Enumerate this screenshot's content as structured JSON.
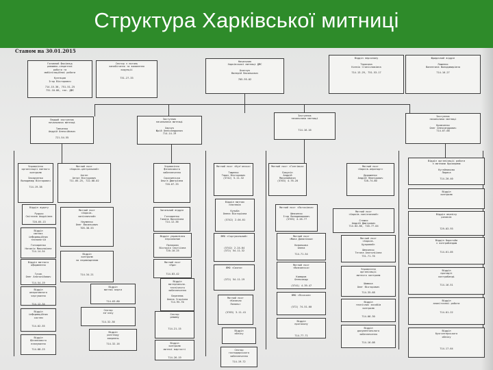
{
  "slide": {
    "title": "Структура Харківської митниці",
    "accent_color": "#2e8b2a"
  },
  "document": {
    "date_stamp": "Станом на 30.01.2015",
    "boxes": [
      {
        "id": "b01",
        "lines": [
          "Начальник",
          "Харківської митниці ДФС",
          "",
          "Осипчук",
          "Валерій Васильович",
          "",
          "705-95-02"
        ]
      },
      {
        "id": "b02",
        "lines": [
          "Відділ персоналу",
          "",
          "Тарасова",
          "Ксенія Станіславівна",
          "",
          "714-13-29, 751-53-17"
        ]
      },
      {
        "id": "b03",
        "lines": [
          "Юридичний відділ",
          "",
          "Ляшенко",
          "Валентина Володимирівна",
          "",
          "714-16-27"
        ]
      },
      {
        "id": "b04",
        "lines": [
          "Головний фахівець",
          "режимно-секретної",
          "роботи та",
          "мобілізаційної роботи",
          "",
          "Кузнєцов",
          "Ігор Вікторович",
          "",
          "714-15-36, 751-51-25",
          "731-10-80, тел. ДФС"
        ]
      },
      {
        "id": "b05",
        "lines": [
          "Сектор з питань",
          "запобігання та виявлення",
          "корупції",
          "",
          "",
          "731-27-33"
        ]
      },
      {
        "id": "b06",
        "lines": [
          "Перший заступник",
          "начальника митниці",
          "",
          "Тимченко",
          "Андрій Олексійович",
          "",
          "721-54-55"
        ]
      },
      {
        "id": "b07",
        "lines": [
          "Заступник",
          "начальника митниці",
          "",
          "Харчук",
          "Юрій Олександрович",
          "714-14-19"
        ]
      },
      {
        "id": "b08",
        "lines": [
          "Заступник",
          "начальника митниці",
          "",
          "",
          "",
          "714-16-16"
        ]
      },
      {
        "id": "b09",
        "lines": [
          "Заступник",
          "начальника митниці",
          "",
          "Кравченко",
          "Олег Олександрович",
          "714-07-68"
        ]
      },
      {
        "id": "b10",
        "lines": [
          "Управління",
          "організації митного",
          "контролю",
          "",
          "Захарченко",
          "Володимир Вікторович",
          "",
          "714-19-38"
        ]
      },
      {
        "id": "b11",
        "lines": [
          "Митний пост",
          "«Харків-центральний»",
          "",
          "Ангел",
          "Антон Вікторович",
          "711-05-25, 722-08-02"
        ]
      },
      {
        "id": "b12",
        "lines": [
          "Управління",
          "фінансового",
          "забезпечення",
          "",
          "Сорочинська",
          "Ольга Дмитрівна",
          "720-07-33"
        ]
      },
      {
        "id": "b13",
        "lines": [
          "Митний пост «Куп'янськ»",
          "",
          "Тищенко",
          "Тарас Вікторович",
          "(5742) 5-11-32"
        ]
      },
      {
        "id": "b14",
        "lines": [
          "Митний пост «Гоптівка»",
          "",
          "Бакулін",
          "Андрій",
          "Миколайович",
          "(5763) 4-76-20"
        ]
      },
      {
        "id": "b15",
        "lines": [
          "Митний пост",
          "«Харків-аеропорт»",
          "",
          "Дорошенко",
          "Андрій Леонідович",
          "728-74-80"
        ]
      },
      {
        "id": "b16",
        "lines": [
          "Відділ організації роботи",
          "з митними брокерами",
          "",
          "Кутейникова",
          "Лариса",
          "",
          "714-20-40"
        ]
      },
      {
        "id": "b17",
        "lines": [
          "Відділ аудиту",
          "",
          "Рудько",
          "Світлана Андріївна",
          "",
          "720-05-13"
        ]
      },
      {
        "id": "b18",
        "lines": [
          "Митний пост",
          "«Харків-",
          "залізничний»",
          "",
          "Науменко",
          "Олег Васильович",
          "705-38-53"
        ]
      },
      {
        "id": "b19",
        "lines": [
          "Загальний відділ",
          "",
          "Гончаренко",
          "Галина Василівна",
          "714-12-36"
        ]
      },
      {
        "id": "b20",
        "lines": [
          "Відділ митних",
          "платежів",
          "",
          "Кульба",
          "Олена Вікторівна",
          "",
          "(5742) 2-04-01"
        ]
      },
      {
        "id": "b21",
        "lines": [
          "Митний пост «Логачівка»",
          "",
          "Шевченко",
          "Ігор Володимирович",
          "(5763) 4-26-77"
        ]
      },
      {
        "id": "b22",
        "lines": [
          "Митний пост",
          "«Харків-залізничний»",
          "",
          "Стешко",
          "Андрій Дмитрович",
          "714-04-86, 720-77-04"
        ]
      },
      {
        "id": "b23",
        "lines": [
          "Відділ",
          "контролю",
          "",
          "",
          "",
          "",
          "",
          "727-53-33"
        ]
      },
      {
        "id": "b24",
        "lines": [
          "Відділ",
          "митних",
          "інформаційних",
          "технологій",
          "",
          "Гончаренко",
          "Наталія Миколаївна",
          "714-14-54"
        ]
      },
      {
        "id": "b25",
        "lines": [
          "Відділ управління",
          "персоналом",
          "",
          "Полякова",
          "Вікторія Сергіївна",
          "720-10-25"
        ]
      },
      {
        "id": "b26",
        "lines": [
          "Відділ аналізу",
          "ризиків",
          "",
          "",
          "",
          "729-03-93"
        ]
      },
      {
        "id": "b27",
        "lines": [
          "ВМО «Сортувальний»",
          "",
          "",
          "",
          "(5742) 2-24-04",
          "(572) 54-11-32"
        ]
      },
      {
        "id": "b28",
        "lines": [
          "Митний пост",
          "«Харків-",
          "Цукровий»",
          "",
          "Шевченко",
          "Тетяна Анатоліївна",
          "731-71-76"
        ]
      },
      {
        "id": "b29",
        "lines": [
          "Митний пост",
          "«Мала Данилівка»",
          "",
          "Ковальова",
          "Олена",
          "",
          "714-71-54"
        ]
      },
      {
        "id": "b30",
        "lines": [
          "Відділ боротьби",
          "з контрабандою",
          "",
          "",
          "714-61-05"
        ]
      },
      {
        "id": "b31",
        "lines": [
          "Відділ митного",
          "оформлення",
          "",
          "",
          "Гусак",
          "Олег Анатолійович",
          "",
          "714-54-19"
        ]
      },
      {
        "id": "b32",
        "lines": [
          "Відділ",
          "контролю",
          "за переміщенням",
          "",
          "",
          "",
          "",
          "714-34-21"
        ]
      },
      {
        "id": "b33",
        "lines": [
          "Митний пост",
          "«Уди»",
          "",
          "",
          "714-83-42"
        ]
      },
      {
        "id": "b34",
        "lines": [
          "Відділ",
          "матеріально-",
          "технічного",
          "забезпечення",
          "",
          "Березнюк",
          "Олена Ігорівна",
          "714-95-70"
        ]
      },
      {
        "id": "b35",
        "lines": [
          "ВМО «Сахно»",
          "",
          "",
          "",
          "(572) 54-11-19"
        ]
      },
      {
        "id": "b36",
        "lines": [
          "Митний пост",
          "«Вовчанськ»",
          "",
          "",
          "Комаров",
          "Олександр",
          "",
          "(5741) 4-39-47"
        ]
      },
      {
        "id": "b37",
        "lines": [
          "Управління",
          "організації",
          "митного контролю",
          "",
          "",
          "Шамоха",
          "Олег Вікторович",
          "",
          "714-35-68"
        ]
      },
      {
        "id": "b38",
        "lines": [
          "Відділ",
          "протидії",
          "контрабанді",
          "",
          "",
          "714-16-51"
        ]
      },
      {
        "id": "b39",
        "lines": [
          "Відділ",
          "оперативного",
          "чергування",
          "",
          "",
          "714-12-34"
        ]
      },
      {
        "id": "b40",
        "lines": [
          "Відділ",
          "митної варти",
          "",
          "",
          "",
          "714-03-80"
        ]
      },
      {
        "id": "b41",
        "lines": [
          "Сектор",
          "режиму",
          "",
          "",
          "",
          "714-21-15"
        ]
      },
      {
        "id": "b42",
        "lines": [
          "Митний пост",
          "«Казачая",
          "Лопань»",
          "",
          "",
          "(5763) 3-11-41"
        ]
      },
      {
        "id": "b43",
        "lines": [
          "ВМО «Пісочин»",
          "",
          "",
          "",
          "(572) 74-51-60"
        ]
      },
      {
        "id": "b44",
        "lines": [
          "Відділ",
          "технічних засобів",
          "контролю",
          "",
          "",
          "714-06-30"
        ]
      },
      {
        "id": "b45",
        "lines": [
          "Відділ",
          "аналітичної роботи",
          "",
          "",
          "714-01-22"
        ]
      },
      {
        "id": "b46",
        "lines": [
          "Відділ",
          "інформаційних",
          "систем",
          "",
          "",
          "714-02-55"
        ]
      },
      {
        "id": "b47",
        "lines": [
          "Сектор",
          "зв'язку",
          "",
          "",
          "714-32-38"
        ]
      },
      {
        "id": "b48",
        "lines": [
          "Відділ",
          "контролю",
          "митної вартості",
          "",
          "",
          "714-26-19"
        ]
      },
      {
        "id": "b49",
        "lines": [
          "Відділ",
          "обліку",
          "",
          "",
          "",
          "714-09-60"
        ]
      },
      {
        "id": "b50",
        "lines": [
          "Відділ",
          "протоколу",
          "",
          "",
          "",
          "714-77-71"
        ]
      },
      {
        "id": "b51",
        "lines": [
          "Відділ",
          "документального",
          "забезпечення",
          "",
          "",
          "714-16-08"
        ]
      },
      {
        "id": "b52",
        "lines": [
          "Відділ",
          "бухгалтерського",
          "обліку",
          "",
          "",
          "",
          "714-17-64"
        ]
      },
      {
        "id": "b53",
        "lines": [
          "Відділ",
          "фінансового",
          "планування",
          "",
          "714-88-23"
        ]
      },
      {
        "id": "b54",
        "lines": [
          "Відділ",
          "розгляду",
          "звернень",
          "",
          "714-32-16"
        ]
      },
      {
        "id": "b55",
        "lines": [
          "Сектор",
          "господарського",
          "забезпечення",
          "",
          "714-19-72"
        ]
      }
    ]
  }
}
